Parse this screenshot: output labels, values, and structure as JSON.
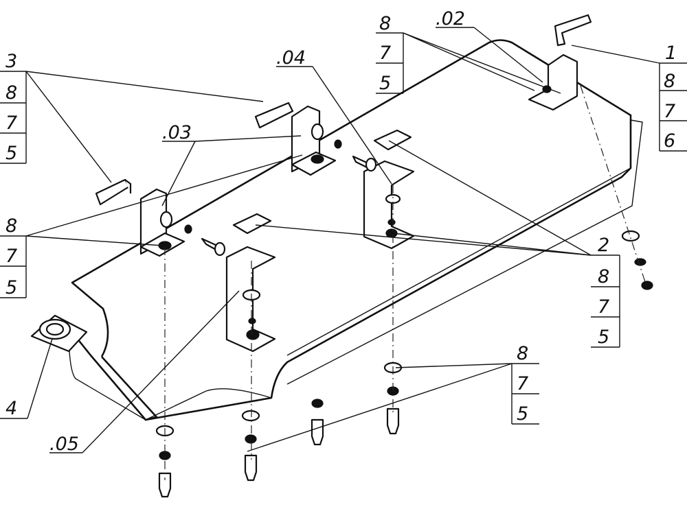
{
  "diagram": {
    "callouts": [
      {
        "id": "c1",
        "labels": [
          "1",
          "8",
          "7",
          "6"
        ]
      },
      {
        "id": "c02",
        "labels": [
          ".02"
        ]
      },
      {
        "id": "c8-top",
        "labels": [
          "8",
          "7",
          "5"
        ]
      },
      {
        "id": "c04",
        "labels": [
          ".04"
        ]
      },
      {
        "id": "c3",
        "labels": [
          "3",
          "8",
          "7",
          "5"
        ]
      },
      {
        "id": "c03",
        "labels": [
          ".03"
        ]
      },
      {
        "id": "c8-left",
        "labels": [
          "8",
          "7",
          "5"
        ]
      },
      {
        "id": "c2",
        "labels": [
          "2",
          "8",
          "7",
          "5"
        ]
      },
      {
        "id": "c4",
        "labels": [
          "4"
        ]
      },
      {
        "id": "c05",
        "labels": [
          ".05"
        ]
      },
      {
        "id": "c8-bottom",
        "labels": [
          "8",
          "7",
          "5"
        ]
      }
    ]
  }
}
